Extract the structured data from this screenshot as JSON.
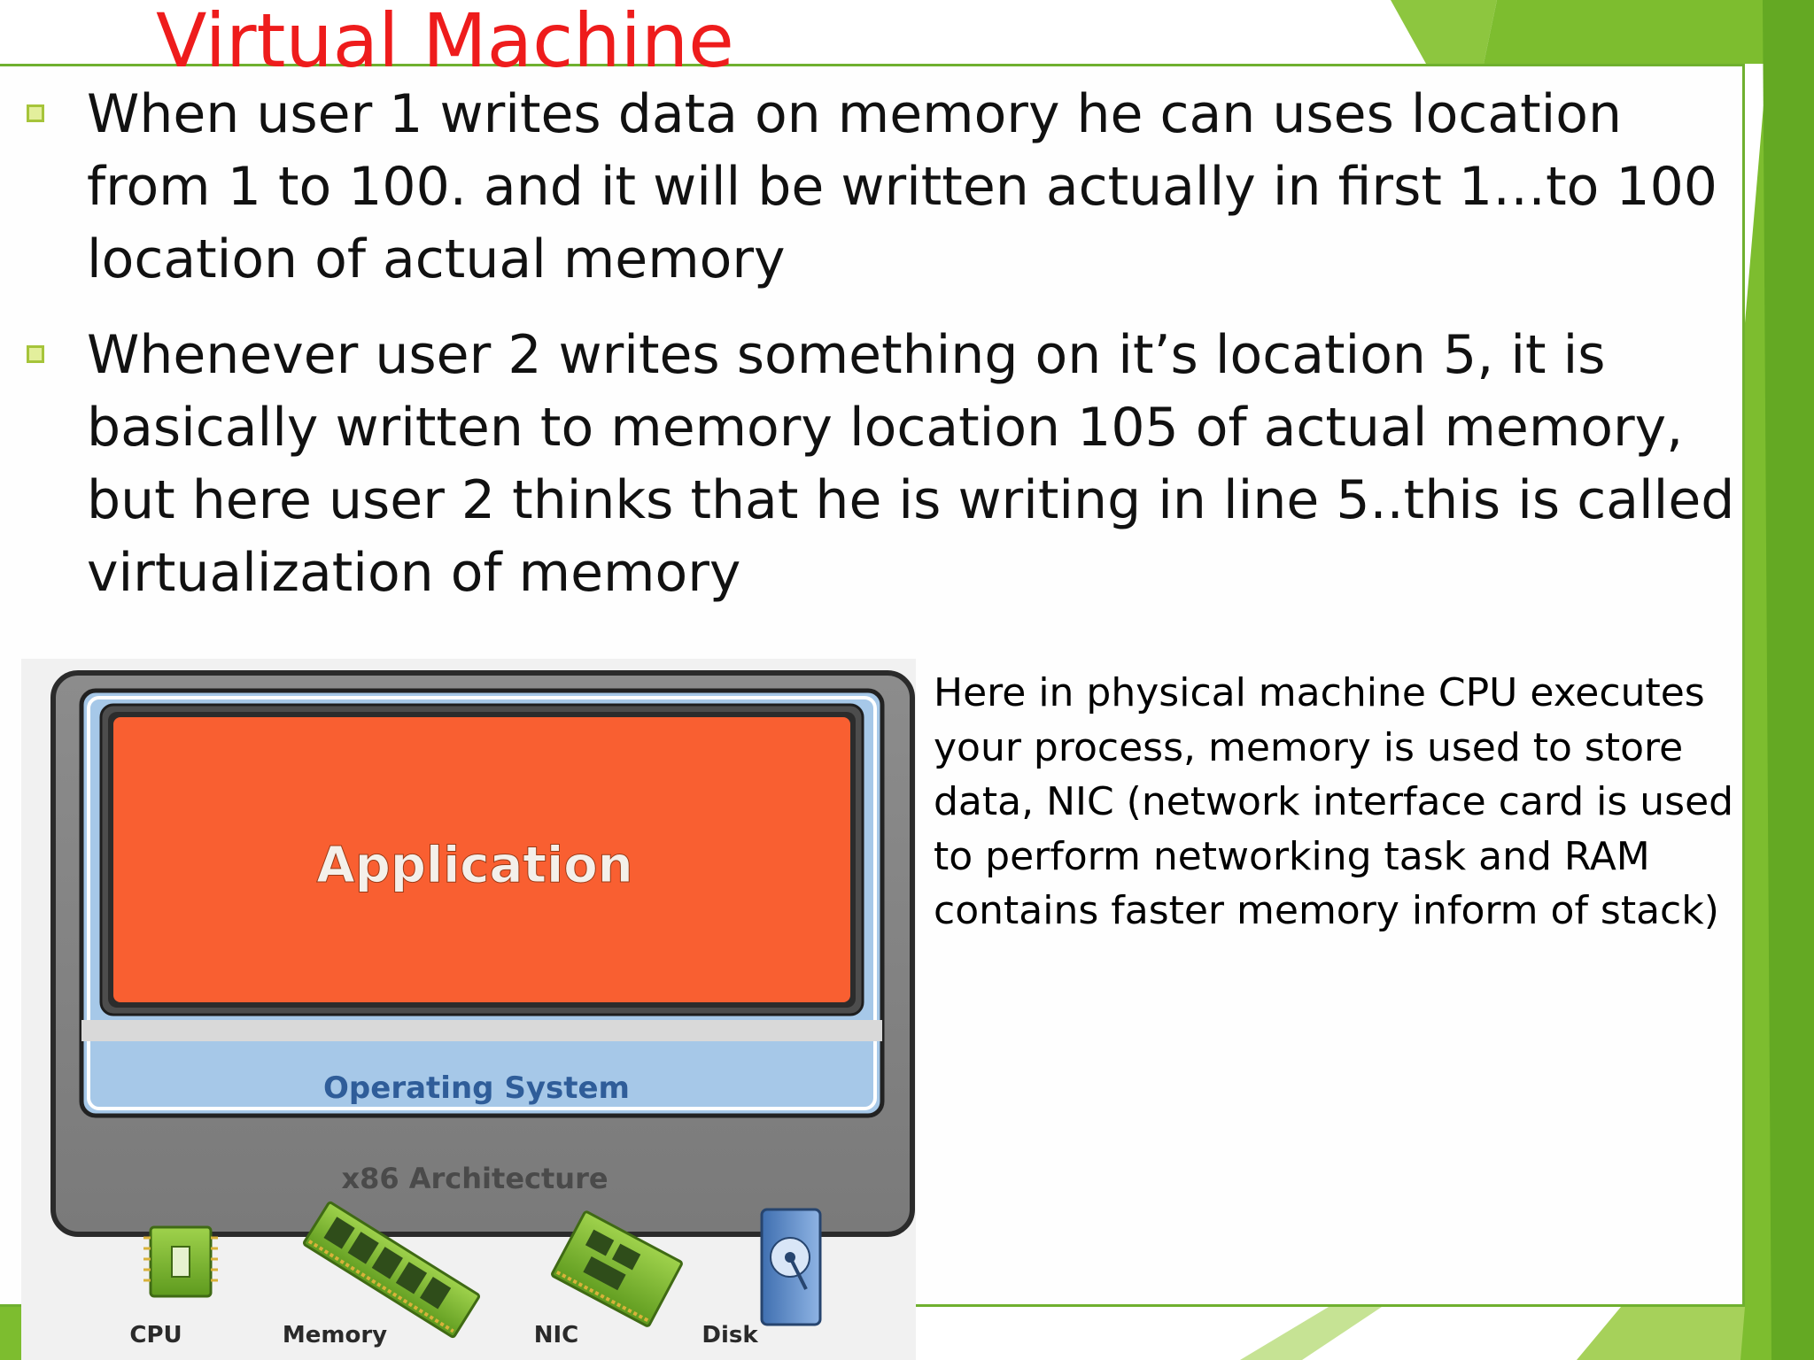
{
  "slide": {
    "title": "Virtual Machine",
    "bullets": [
      "When user 1 writes data on memory he can uses location from 1 to 100. and it will be written actually in first 1…to 100 location of actual memory",
      "Whenever user 2 writes something on it’s location 5, it is basically written to memory location 105 of actual memory, but here user 2 thinks that he is writing in line 5..this is called virtualization of memory"
    ],
    "description": "Here in physical machine CPU executes your process, memory is used to store data, NIC (network interface card is used to perform networking task and RAM contains faster memory inform of stack)"
  },
  "diagram": {
    "application_label": "Application",
    "os_label": "Operating System",
    "architecture_label": "x86 Architecture",
    "hardware": [
      "CPU",
      "Memory",
      "NIC",
      "Disk"
    ]
  },
  "colors": {
    "title": "#ee1c1c",
    "accent_green": "#6fb02f",
    "application": "#f95f31",
    "operating_system": "#a6c8e8",
    "bullet_marker": "#a6c43a"
  }
}
